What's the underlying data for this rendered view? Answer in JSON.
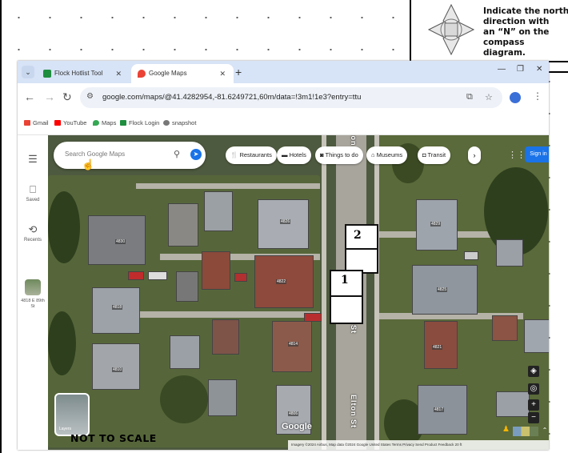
{
  "compass": {
    "instruction_line1": "Indicate the north",
    "instruction_line2": "direction with",
    "instruction_line3": "an “N” on the",
    "instruction_line4": "compass diagram."
  },
  "browser": {
    "tabs": [
      {
        "label": "Flock Hotlist Tool",
        "favicon_color": "#1e8e3e"
      },
      {
        "label": "Google Maps",
        "favicon_color": "#ea4335",
        "active": true
      }
    ],
    "new_tab": "+",
    "url": "google.com/maps/@41.4282954,-81.6249721,60m/data=!3m1!1e3?entry=ttu",
    "bookmarks": [
      {
        "label": "Gmail",
        "color": "#ea4335"
      },
      {
        "label": "YouTube",
        "color": "#ff0000"
      },
      {
        "label": "Maps",
        "color": "#34a853"
      },
      {
        "label": "Flock Login",
        "color": "#1e8e3e"
      },
      {
        "label": "snapshot",
        "color": "#777777"
      }
    ]
  },
  "maps": {
    "search_placeholder": "Search Google Maps",
    "chips": [
      "Restaurants",
      "Hotels",
      "Things to do",
      "Museums",
      "Transit"
    ],
    "sign_in": "Sign in",
    "sidebar": {
      "saved": "Saved",
      "recents": "Recents",
      "recent_place": "4818 E 89th St"
    },
    "layers_label": "Layers",
    "street_name": "Elton St",
    "logo": "Google",
    "attribution": "Imagery ©2024 Airbus, Map data ©2024 Google   United States   Terms   Privacy   Send Product Feedback   20 ft",
    "house_numbers": [
      "4830",
      "4826",
      "4822",
      "4818",
      "4814",
      "4810",
      "4806",
      "4829",
      "4825",
      "4821",
      "4817"
    ]
  },
  "annotations": {
    "box1": "1",
    "box2": "2",
    "not_to_scale": "NOT TO SCALE"
  }
}
